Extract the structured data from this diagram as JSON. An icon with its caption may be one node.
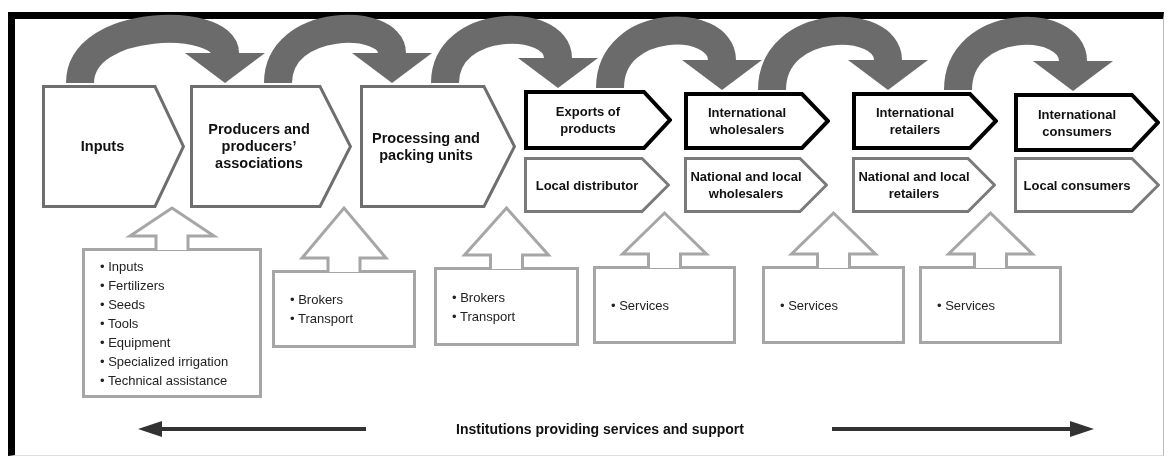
{
  "diagram": {
    "nodes": [
      {
        "text": [
          "Inputs"
        ]
      },
      {
        "text": [
          "Producers and producers’ associations"
        ]
      },
      {
        "text": [
          "Processing and packing units"
        ]
      },
      {
        "text": [
          "Exports of products"
        ]
      },
      {
        "text": [
          "Local distributor"
        ]
      },
      {
        "text": [
          "International wholesalers"
        ]
      },
      {
        "text": [
          "National and local wholesalers"
        ]
      },
      {
        "text": [
          "International retailers"
        ]
      },
      {
        "text": [
          "National and local retailers"
        ]
      },
      {
        "text": [
          "International consumers"
        ]
      },
      {
        "text": [
          "Local consumers"
        ]
      },
      {
        "text": [
          "• Inputs",
          "• Fertilizers",
          "• Seeds",
          "• Tools",
          "• Equipment",
          "• Specialized irrigation",
          "• Technical assistance"
        ]
      },
      {
        "text": [
          "• Brokers",
          "• Transport"
        ]
      },
      {
        "text": [
          "• Brokers",
          "• Transport"
        ]
      },
      {
        "text": [
          "• Services"
        ]
      },
      {
        "text": [
          "• Services"
        ]
      },
      {
        "text": [
          "• Services"
        ]
      }
    ],
    "edges": [
      {
        "from": 0,
        "to": 1,
        "arrow": "to",
        "color": "#6b6b6b"
      },
      {
        "from": 1,
        "to": 2,
        "arrow": "to",
        "color": "#6b6b6b"
      },
      {
        "from": 2,
        "to": 3,
        "arrow": "to",
        "color": "#6b6b6b"
      },
      {
        "from": 3,
        "to": 5,
        "arrow": "to",
        "color": "#6b6b6b"
      },
      {
        "from": 5,
        "to": 7,
        "arrow": "to",
        "color": "#6b6b6b"
      },
      {
        "from": 7,
        "to": 9,
        "arrow": "to",
        "color": "#6b6b6b"
      },
      {
        "from": 11,
        "to": 0,
        "arrow": "to",
        "color": "#a6a6a6"
      },
      {
        "from": 12,
        "to": 1,
        "arrow": "to",
        "color": "#a6a6a6"
      },
      {
        "from": 13,
        "to": 2,
        "arrow": "to",
        "color": "#a6a6a6"
      },
      {
        "from": 14,
        "to": 4,
        "arrow": "to",
        "color": "#a6a6a6"
      },
      {
        "from": 15,
        "to": 6,
        "arrow": "to",
        "color": "#a6a6a6"
      },
      {
        "from": 16,
        "to": 8,
        "arrow": "to",
        "color": "#a6a6a6"
      }
    ],
    "labels": [
      "Institutions providing services and support"
    ]
  }
}
